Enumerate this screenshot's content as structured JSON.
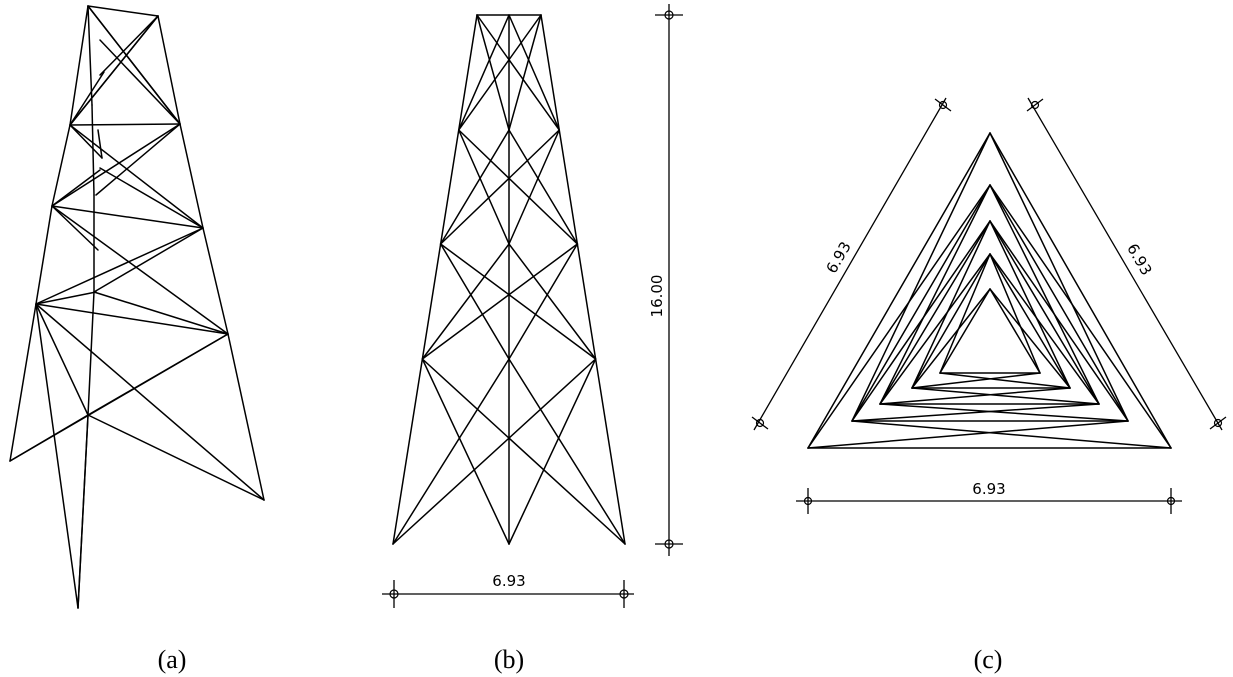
{
  "dimensions": {
    "view_b_base": "6.93",
    "view_b_height": "16.00",
    "view_c_left_side": "6.93",
    "view_c_right_side": "6.93",
    "view_c_base": "6.93"
  },
  "captions": {
    "a": "(a)",
    "b": "(b)",
    "c": "(c)"
  }
}
